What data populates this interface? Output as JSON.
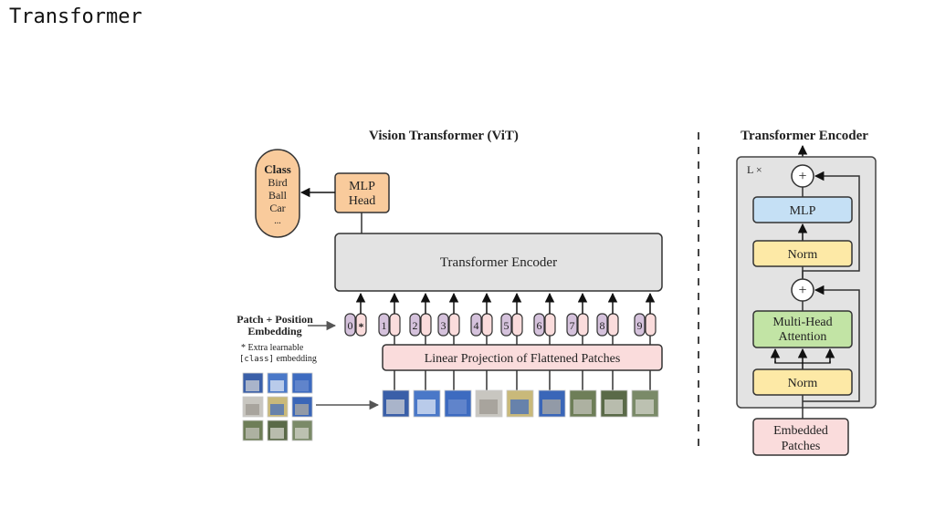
{
  "slide": {
    "title": "Transformer"
  },
  "vit": {
    "title": "Vision Transformer (ViT)",
    "class_box": {
      "heading": "Class",
      "items": [
        "Bird",
        "Ball",
        "Car",
        "..."
      ]
    },
    "mlp_head": {
      "line1": "MLP",
      "line2": "Head"
    },
    "encoder_label": "Transformer Encoder",
    "patch_embedding_label": {
      "line1": "Patch + Position",
      "line2": "Embedding"
    },
    "extra_note": {
      "line1": "* Extra learnable",
      "line2_code": "[class]",
      "line2_rest": " embedding"
    },
    "tokens": [
      "0",
      "1",
      "2",
      "3",
      "4",
      "5",
      "6",
      "7",
      "8",
      "9"
    ],
    "class_token_marker": "*",
    "projection_label": "Linear Projection of Flattened Patches",
    "patch_count": 9
  },
  "encoder_detail": {
    "title": "Transformer Encoder",
    "repeat_label": "L ×",
    "mlp": "MLP",
    "norm_top": "Norm",
    "attention": {
      "line1": "Multi-Head",
      "line2": "Attention"
    },
    "norm_bottom": "Norm",
    "input": {
      "line1": "Embedded",
      "line2": "Patches"
    },
    "plus_symbol": "+"
  },
  "colors": {
    "orange": "#f9cb9c",
    "gray_box": "#e3e3e3",
    "purple": "#d5c2dc",
    "pink": "#fadcdc",
    "blue": "#c5e0f5",
    "yellow": "#fde9a6",
    "green": "#c2e4a5"
  }
}
